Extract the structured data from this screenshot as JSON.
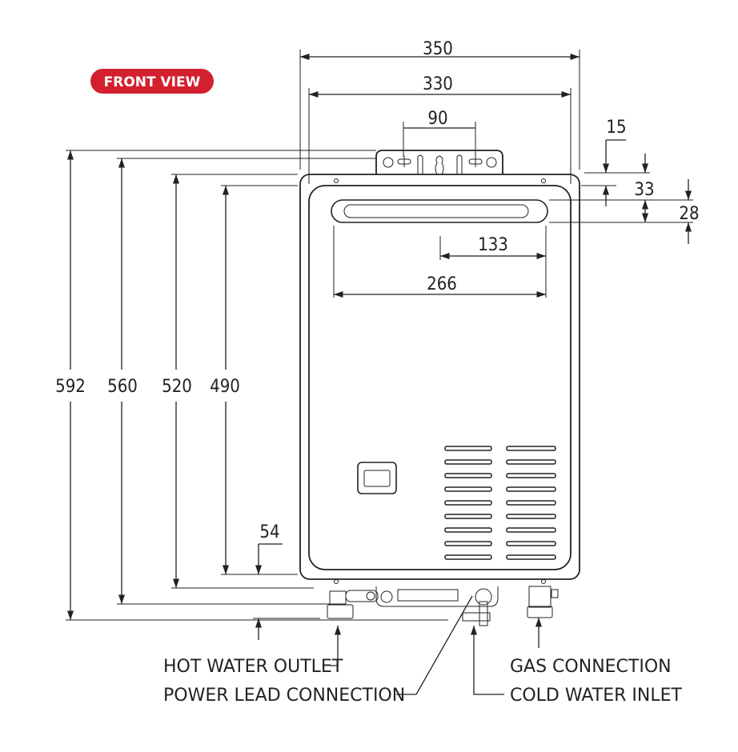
{
  "title_badge": {
    "label": "FRONT VIEW",
    "color": "#d3202e"
  },
  "dimensions": {
    "width_overall": "350",
    "width_body": "330",
    "bracket_holes": "90",
    "top_offset_right": "15",
    "slot_top": "33",
    "slot_height": "28",
    "slot_half": "133",
    "slot_width": "266",
    "height_overall": "592",
    "height_with_bracket": "560",
    "height_body": "520",
    "height_panel": "490",
    "bottom_fitting": "54"
  },
  "labels": {
    "hot_water_outlet": "HOT WATER OUTLET",
    "power_lead_connection": "POWER LEAD CONNECTION",
    "gas_connection": "GAS CONNECTION",
    "cold_water_inlet": "COLD WATER INLET"
  }
}
